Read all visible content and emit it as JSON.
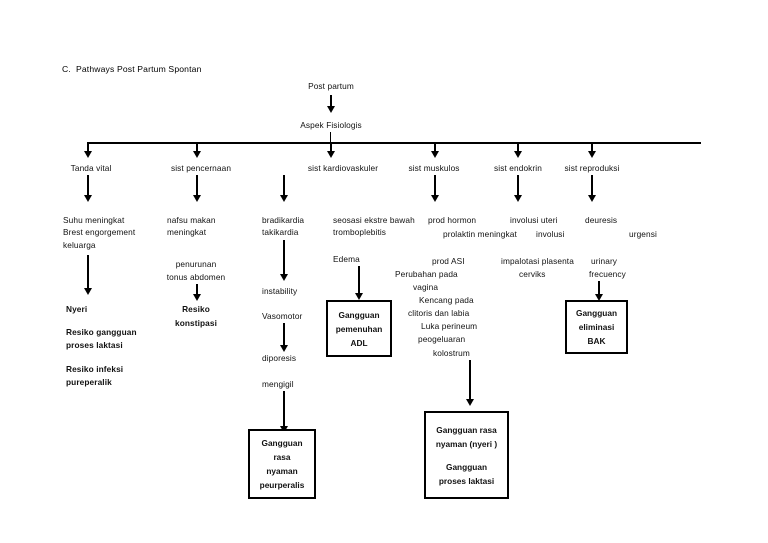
{
  "document": {
    "title": "C.  Pathways Post Partum Spontan",
    "type": "flowchart-diagram",
    "background_color": "#ffffff",
    "line_color": "#000000",
    "text_color": "#111111"
  },
  "root": {
    "source_label": "Post partum",
    "hub_label": "Aspek Fisiologis"
  },
  "branches": [
    {
      "id": "tanda-vital",
      "label": "Tanda vital"
    },
    {
      "id": "sist-pencernaan",
      "label": "sist pencernaan"
    },
    {
      "id": "sist-kardiovaskuler",
      "label": "sist kardiovaskuler"
    },
    {
      "id": "sist-muskulos",
      "label": "sist muskulos"
    },
    {
      "id": "sist-endokrin",
      "label": "sist endokrin"
    },
    {
      "id": "sist-reproduksi",
      "label": "sist reproduksi"
    }
  ],
  "columns": {
    "tanda_vital": {
      "line1": "Suhu meningkat",
      "line2": "Brest engorgement",
      "line3": "keluarga",
      "outcome1": "Nyeri",
      "outcome2a": "Resiko gangguan",
      "outcome2b": "proses laktasi",
      "outcome3a": "Resiko infeksi",
      "outcome3b": "pureperalik"
    },
    "pencernaan": {
      "line1": "nafsu makan",
      "line2": "meningkat",
      "line3": "penurunan",
      "line4": "tonus abdomen",
      "outcome1": "Resiko",
      "outcome2": "konstipasi"
    },
    "kardiovaskuler": {
      "line1": "bradikardia",
      "line2": "takikardia",
      "line3": "instability",
      "line4": "Vasomotor",
      "line5": "diporesis",
      "line6": "mengigil"
    },
    "muskulos": {
      "line1": "seosasi ekstre bawah",
      "line2": "tromboplebitis",
      "line3": "Edema"
    },
    "endokrin": {
      "line1": "prod hormon",
      "line2": "prolaktin meningkat",
      "line3": "prod ASI",
      "line4": "Perubahan pada",
      "line5": "vagina",
      "line6": "Kencang pada",
      "line7": "clitoris dan labia",
      "line8": "Luka perineum",
      "line9": "peogeluaran",
      "line10": "kolostrum"
    },
    "reproduksi": {
      "line1": "involusi uteri",
      "line2": "involusi",
      "line3": "impalotasi plasenta",
      "line4": "cerviks"
    },
    "urinaria": {
      "line1": "deuresis",
      "line2": "urgensi",
      "line3": "urinary",
      "line4": "frecuency"
    }
  },
  "outcome_boxes": [
    {
      "id": "gangguan-pemenuhan-adl",
      "lines": [
        "Gangguan",
        "pemenuhan",
        "ADL"
      ]
    },
    {
      "id": "gangguan-eliminasi-bak",
      "lines": [
        "Gangguan",
        "eliminasi",
        "BAK"
      ]
    },
    {
      "id": "gangguan-rasa-nyaman-peurperalis",
      "lines": [
        "Gangguan",
        "rasa",
        "nyaman",
        "peurperalis"
      ]
    },
    {
      "id": "gangguan-rasa-nyaman-nyeri-laktasi",
      "lines_top": [
        "Gangguan rasa",
        "nyaman (nyeri )"
      ],
      "lines_bottom": [
        "Gangguan",
        "proses laktasi"
      ]
    }
  ]
}
